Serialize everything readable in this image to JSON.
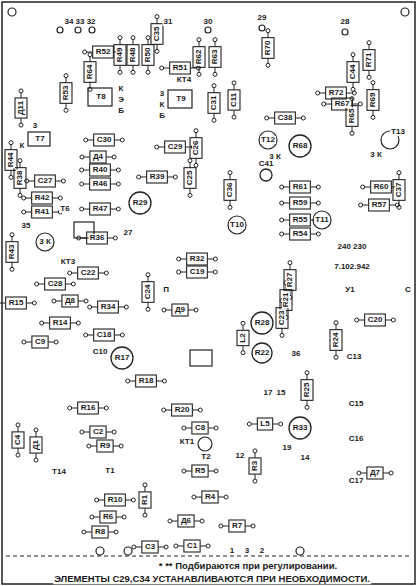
{
  "diagram": {
    "labels": [
      "34 33 32",
      "31",
      "30",
      "29",
      "28",
      "R52",
      "R49",
      "R48",
      "R50",
      "C35",
      "R51",
      "R62",
      "R63",
      "R70",
      "C44",
      "R71",
      "R53",
      "R64",
      "Д11",
      "Т8",
      "К",
      "Э",
      "Б",
      "КТ4",
      "3",
      "К",
      "Б",
      "Т9",
      "C31",
      "C11",
      "C38",
      "R72",
      "R67",
      "R65",
      "R69",
      "R44",
      "Т7",
      "3",
      "К",
      "R38",
      "C30",
      "Д4",
      "C29",
      "C26",
      "Т12",
      "3 К",
      "C41",
      "R68",
      "3 К",
      "Т13",
      "C37",
      "C27",
      "R40",
      "R46",
      "R42",
      "R39",
      "C25",
      "C36",
      "R61",
      "R60",
      "R59",
      "Т10",
      "Т11",
      "R57",
      "R41",
      "Т6",
      "R47",
      "R29",
      "35",
      "3 К",
      "R43",
      "R36",
      "КТ3",
      "27",
      "R55",
      "R54",
      "R32",
      "C19",
      "240 230",
      "7.102.942",
      "У1",
      "С",
      "П",
      "C28",
      "C22",
      "C24",
      "Д8",
      "R15",
      "R34",
      "Д9",
      "R14",
      "R27",
      "R21",
      "C23",
      "C20",
      "R24",
      "C18",
      "C9",
      "C10",
      "R28",
      "L2",
      "R17",
      "R18",
      "R22",
      "36",
      "C13",
      "R16",
      "R20",
      "17",
      "15",
      "R25",
      "C15",
      "C2",
      "R9",
      "C8",
      "L5",
      "R33",
      "C16",
      "C4",
      "Д1",
      "19",
      "КТ1",
      "Т2",
      "Т1",
      "Т14",
      "12",
      "R5",
      "R3",
      "14",
      "Д7",
      "C17",
      "R10",
      "R1",
      "R4",
      "R6",
      "Д6",
      "R7",
      "R8",
      "C3",
      "C1",
      "1",
      "3",
      "2",
      "* ** Подбираются при регулировании.",
      "ЭЛЕМЕНТЫ С29,С34 УСТАНАВЛИВАЮТСЯ ПРИ НЕОБХОДИМОСТИ."
    ]
  }
}
